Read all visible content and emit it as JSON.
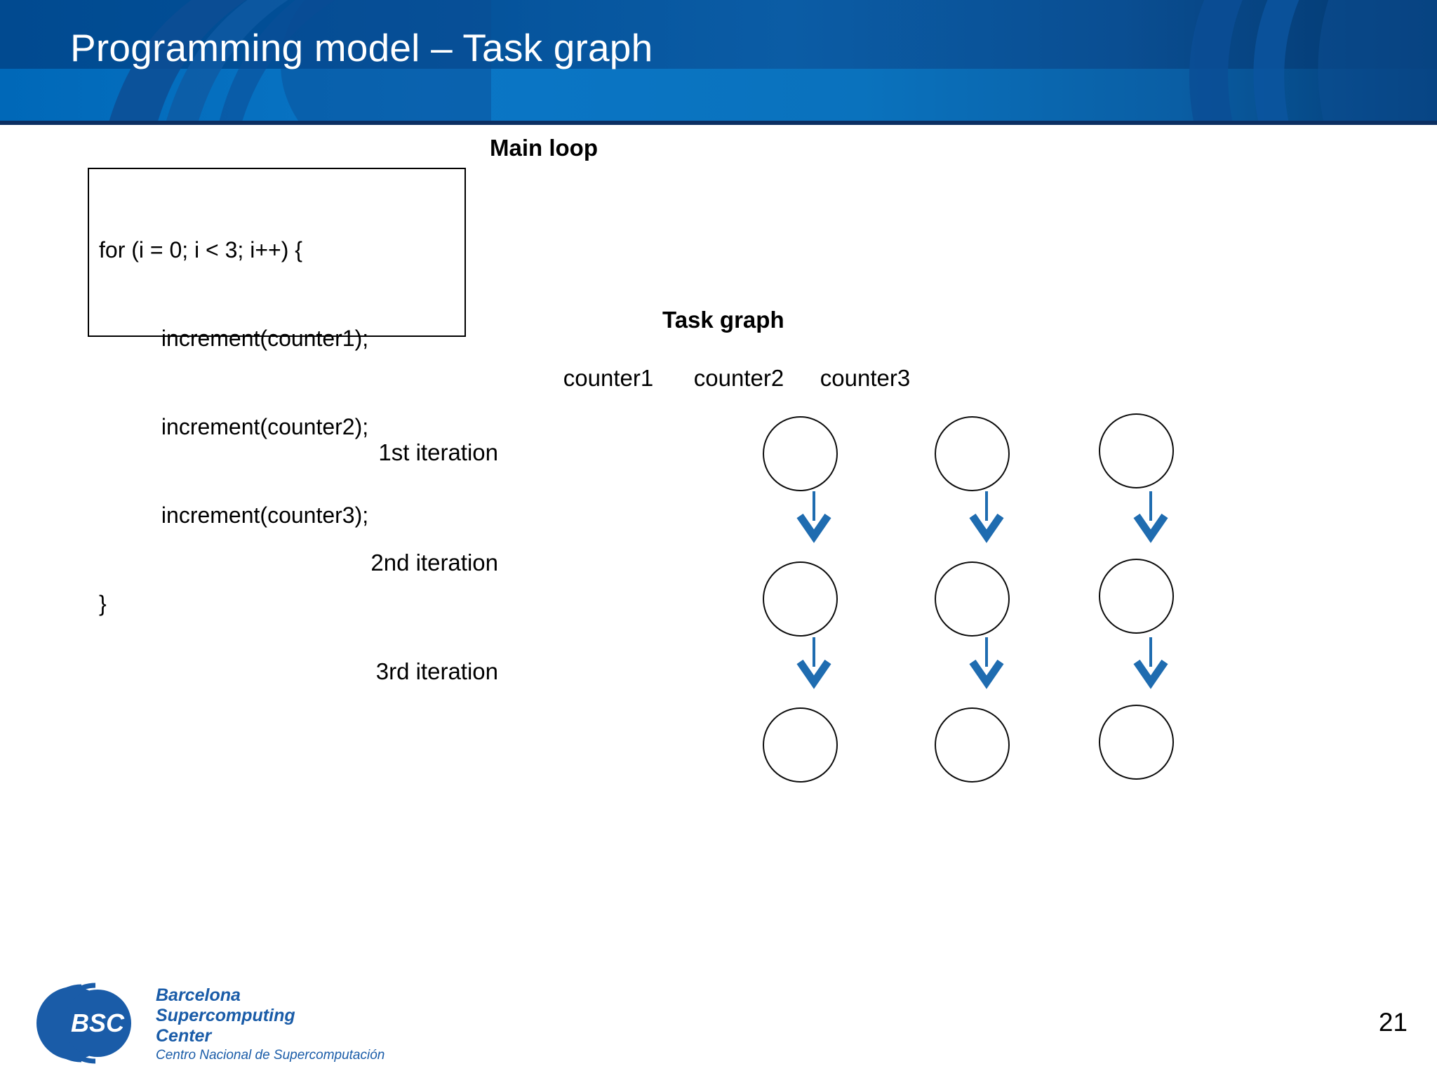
{
  "slide": {
    "title": "Programming model – Task graph",
    "page_number": "21",
    "accent_blue": "#0068b8",
    "banner_dark": "#014a90",
    "arrow_blue": "#1f6cb0",
    "node_stroke": "#0c0c0c"
  },
  "main_loop": {
    "heading": "Main loop",
    "code_lines": [
      "for (i = 0; i < 3; i++) {",
      "          increment(counter1);",
      "          increment(counter2);",
      "          increment(counter3);",
      "}"
    ]
  },
  "task_graph": {
    "heading": "Task graph",
    "columns": [
      "counter1",
      "counter2",
      "counter3"
    ],
    "rows": [
      "1st iteration",
      "2nd iteration",
      "3rd iteration"
    ],
    "nodes": [
      {
        "column": "counter1",
        "row": "1st iteration",
        "label": ""
      },
      {
        "column": "counter2",
        "row": "1st iteration",
        "label": ""
      },
      {
        "column": "counter3",
        "row": "1st iteration",
        "label": ""
      },
      {
        "column": "counter1",
        "row": "2nd iteration",
        "label": ""
      },
      {
        "column": "counter2",
        "row": "2nd iteration",
        "label": ""
      },
      {
        "column": "counter3",
        "row": "2nd iteration",
        "label": ""
      },
      {
        "column": "counter1",
        "row": "3rd iteration",
        "label": ""
      },
      {
        "column": "counter2",
        "row": "3rd iteration",
        "label": ""
      },
      {
        "column": "counter3",
        "row": "3rd iteration",
        "label": ""
      }
    ],
    "edges": [
      {
        "from": "counter1/1st iteration",
        "to": "counter1/2nd iteration"
      },
      {
        "from": "counter2/1st iteration",
        "to": "counter2/2nd iteration"
      },
      {
        "from": "counter3/1st iteration",
        "to": "counter3/2nd iteration"
      },
      {
        "from": "counter1/2nd iteration",
        "to": "counter1/3rd iteration"
      },
      {
        "from": "counter2/2nd iteration",
        "to": "counter2/3rd iteration"
      },
      {
        "from": "counter3/2nd iteration",
        "to": "counter3/3rd iteration"
      }
    ]
  },
  "footer": {
    "logo_acronym": "BSC",
    "logo_lines": [
      "Barcelona",
      "Supercomputing",
      "Center"
    ],
    "logo_subtitle": "Centro Nacional de Supercomputación"
  }
}
